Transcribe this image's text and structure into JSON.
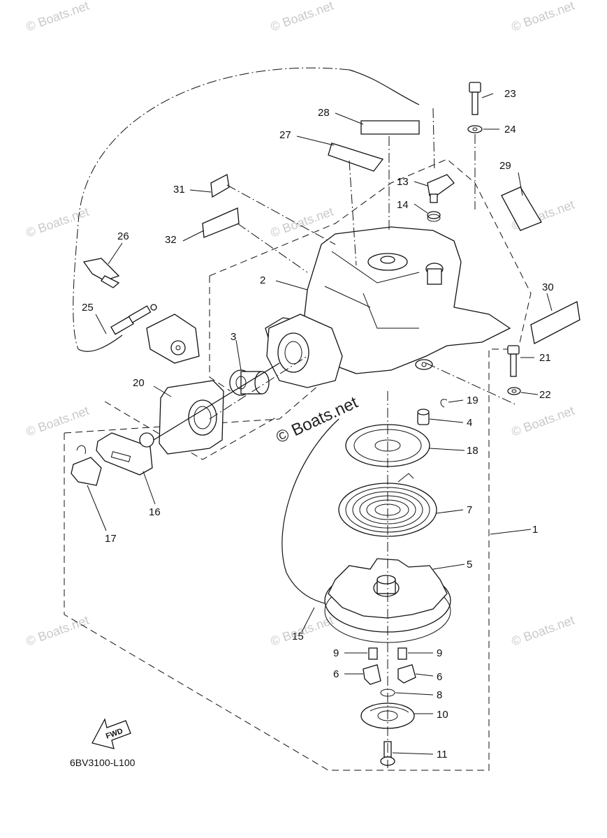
{
  "diagram": {
    "code": "6BV3100-L100",
    "fwd_label": "FWD",
    "watermark": "© Boats.net",
    "callouts": {
      "c1": "1",
      "c2": "2",
      "c3": "3",
      "c4": "4",
      "c5": "5",
      "c6a": "6",
      "c6b": "6",
      "c7": "7",
      "c8": "8",
      "c9a": "9",
      "c9b": "9",
      "c10": "10",
      "c11": "11",
      "c13": "13",
      "c14": "14",
      "c15": "15",
      "c16": "16",
      "c17": "17",
      "c18": "18",
      "c19": "19",
      "c20": "20",
      "c21": "21",
      "c22": "22",
      "c23": "23",
      "c24": "24",
      "c25": "25",
      "c26": "26",
      "c27": "27",
      "c28": "28",
      "c29": "29",
      "c30": "30",
      "c31": "31",
      "c32": "32"
    }
  }
}
